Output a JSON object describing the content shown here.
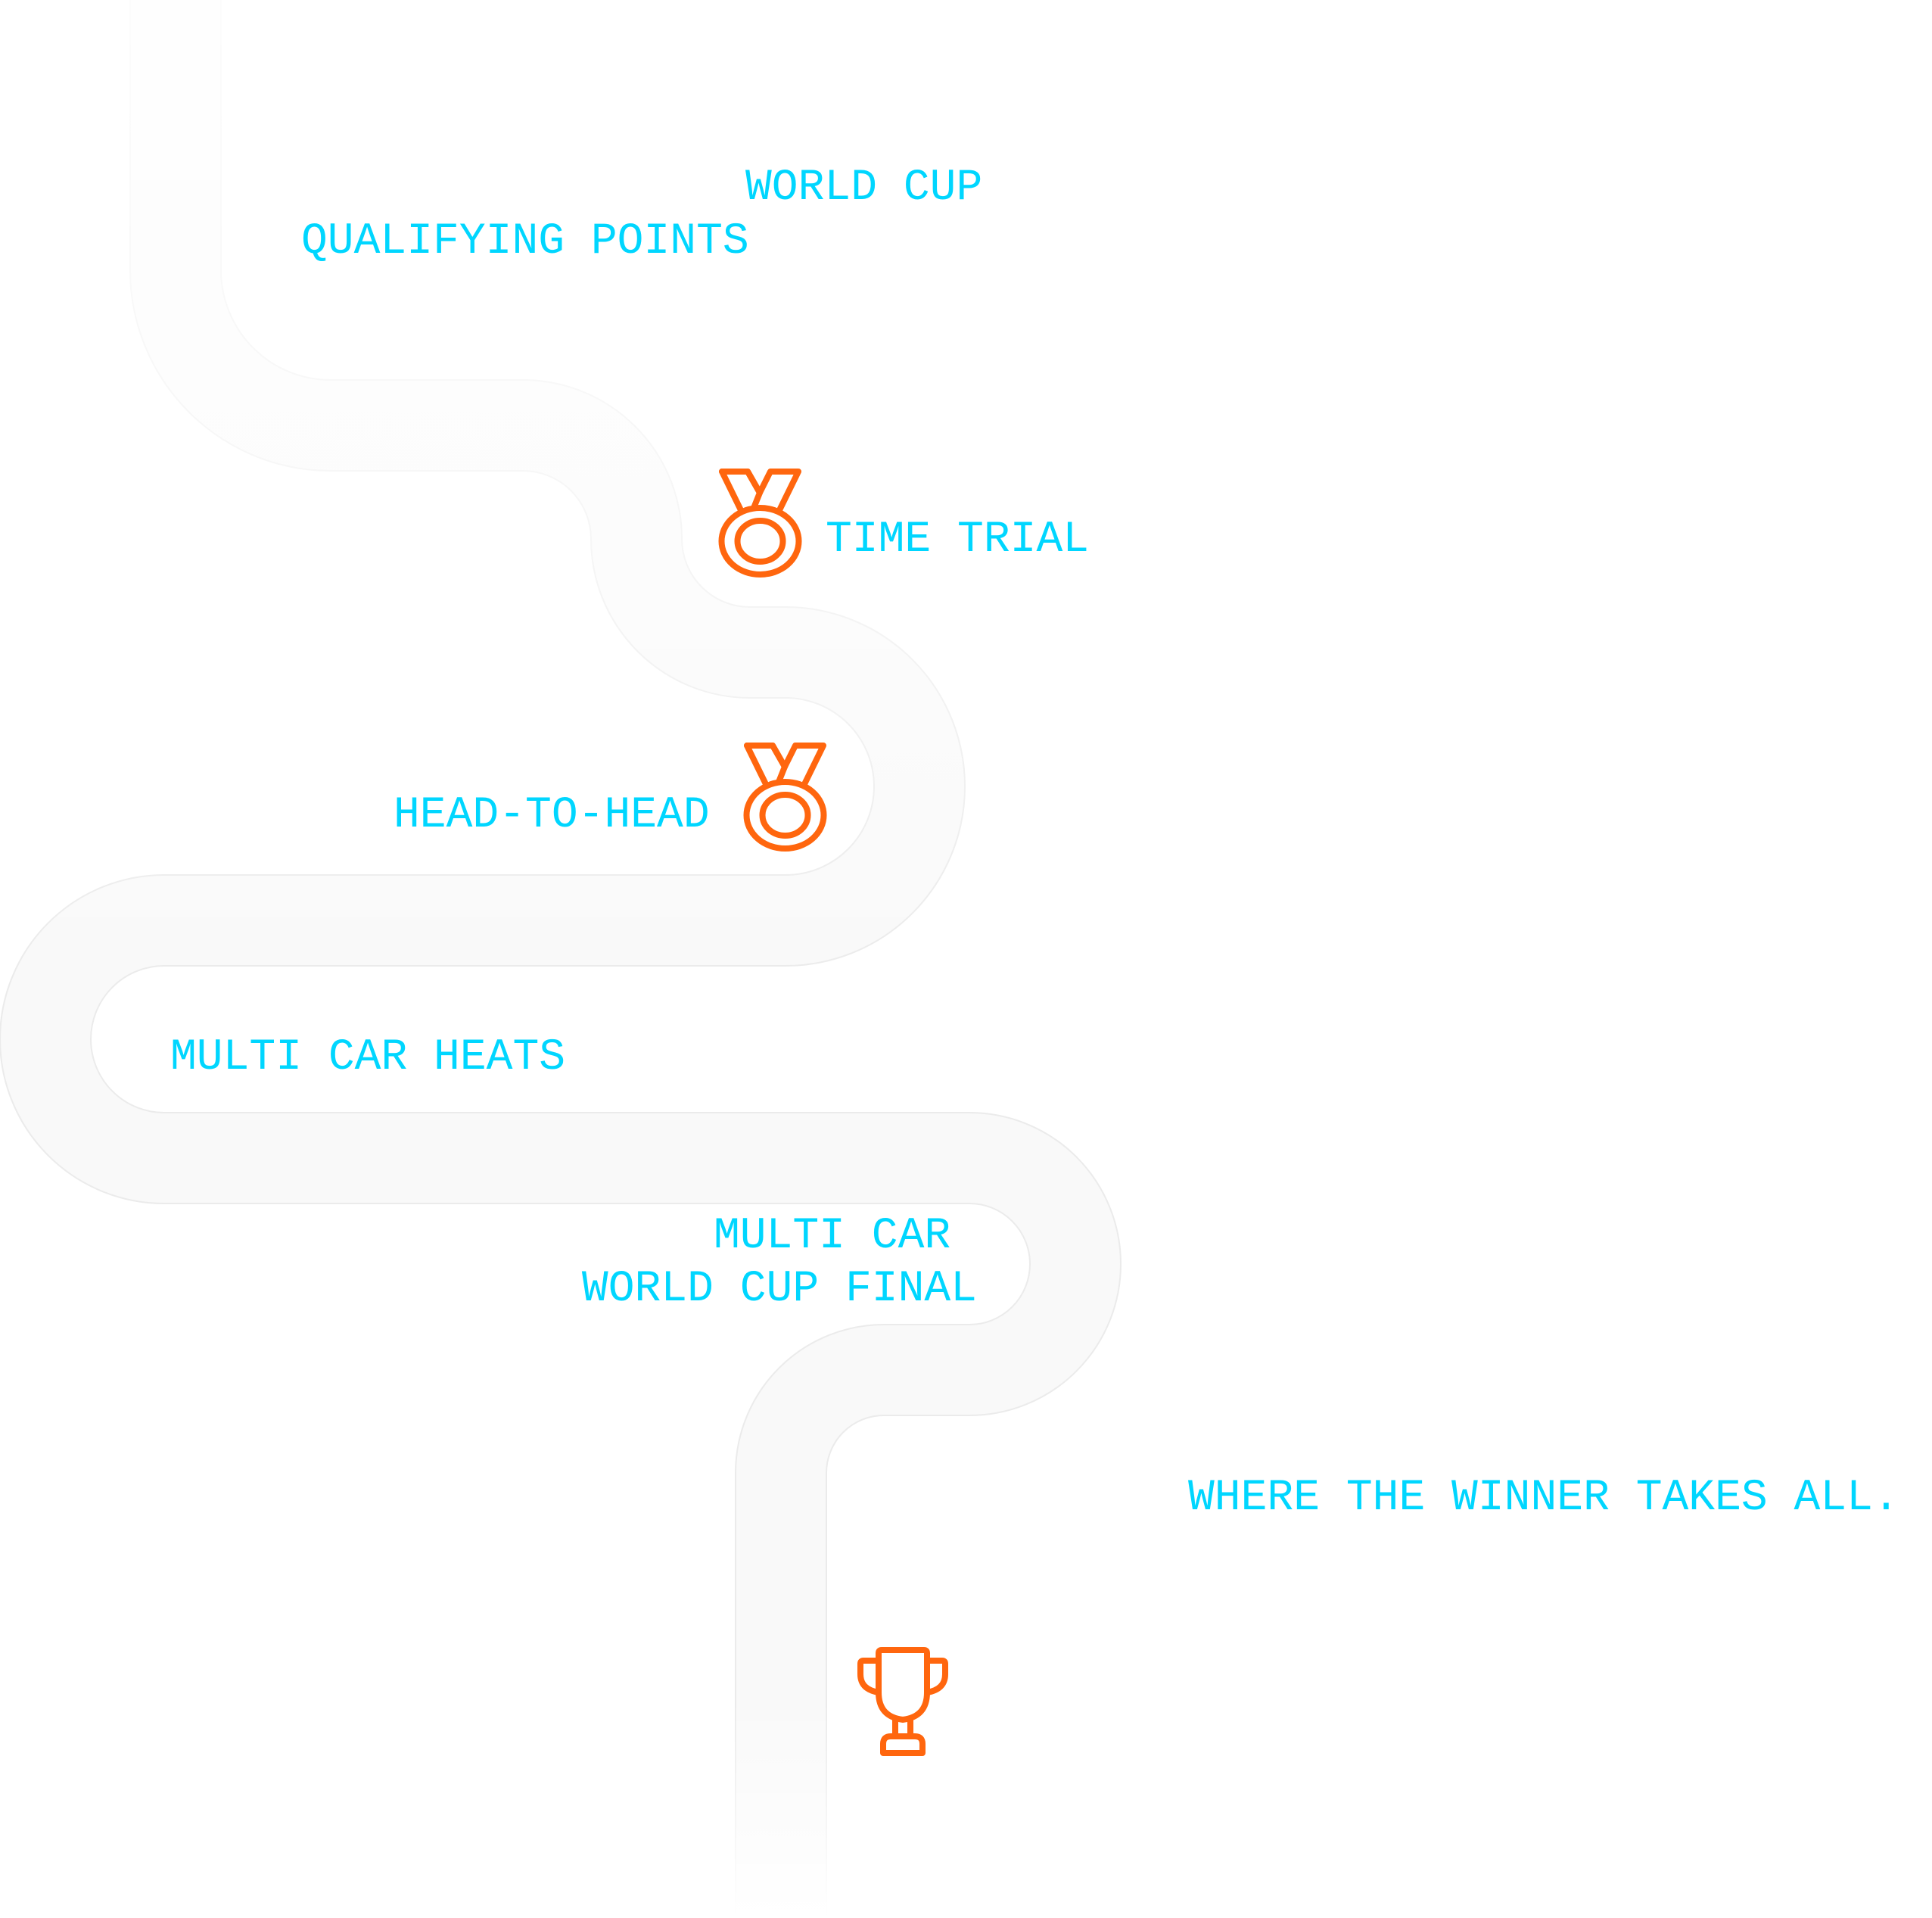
{
  "colors": {
    "text": "#00D6FF",
    "icon": "#FF660E",
    "track_fill": "#F9F9F9",
    "track_edge": "#EBEBEB"
  },
  "stages": [
    {
      "id": "qualifying",
      "lines": [
        "WORLD CUP",
        "QUALIFYING POINTS"
      ],
      "icon": null
    },
    {
      "id": "time-trial",
      "lines": [
        "TIME TRIAL"
      ],
      "icon": "medal-icon"
    },
    {
      "id": "head-to-head",
      "lines": [
        "HEAD-TO-HEAD"
      ],
      "icon": "medal-icon"
    },
    {
      "id": "multi-car-heats",
      "lines": [
        "MULTI CAR HEATS"
      ],
      "icon": null
    },
    {
      "id": "final",
      "lines": [
        "MULTI CAR ",
        "WORLD CUP FINAL"
      ],
      "icon": null
    },
    {
      "id": "winner",
      "lines": [
        "WHERE THE WINNER TAKES ALL."
      ],
      "icon": "trophy-icon"
    }
  ]
}
